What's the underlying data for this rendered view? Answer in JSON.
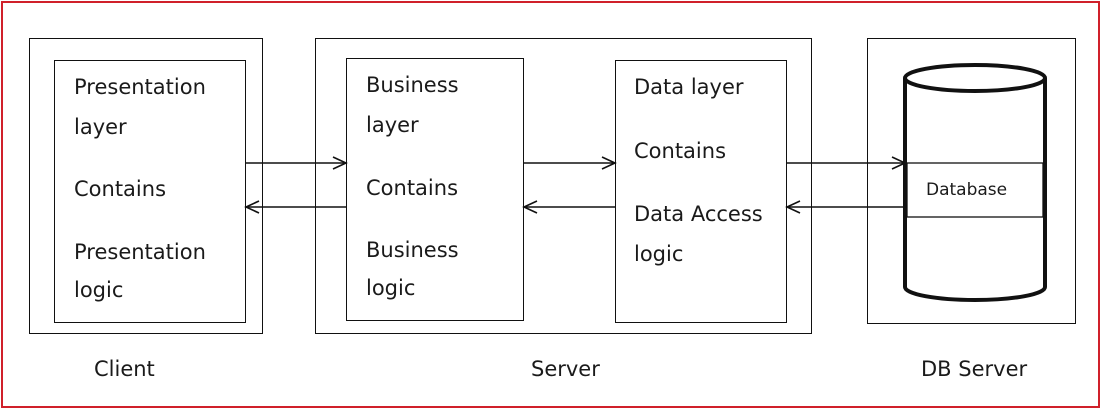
{
  "tiers": {
    "client": {
      "caption": "Client",
      "layer": {
        "title_line1": "Presentation",
        "title_line2": "layer",
        "contains": "Contains",
        "logic_line1": "Presentation",
        "logic_line2": "logic"
      }
    },
    "server": {
      "caption": "Server",
      "business_layer": {
        "title_line1": "Business",
        "title_line2": "layer",
        "contains": "Contains",
        "logic_line1": "Business",
        "logic_line2": "logic"
      },
      "data_layer": {
        "title": "Data layer",
        "contains": "Contains",
        "logic_line1": "Data Access",
        "logic_line2": "logic"
      }
    },
    "db_server": {
      "caption": "DB Server",
      "database_label": "Database"
    }
  },
  "colors": {
    "frame_border": "#d0202a",
    "lines": "#111111"
  }
}
